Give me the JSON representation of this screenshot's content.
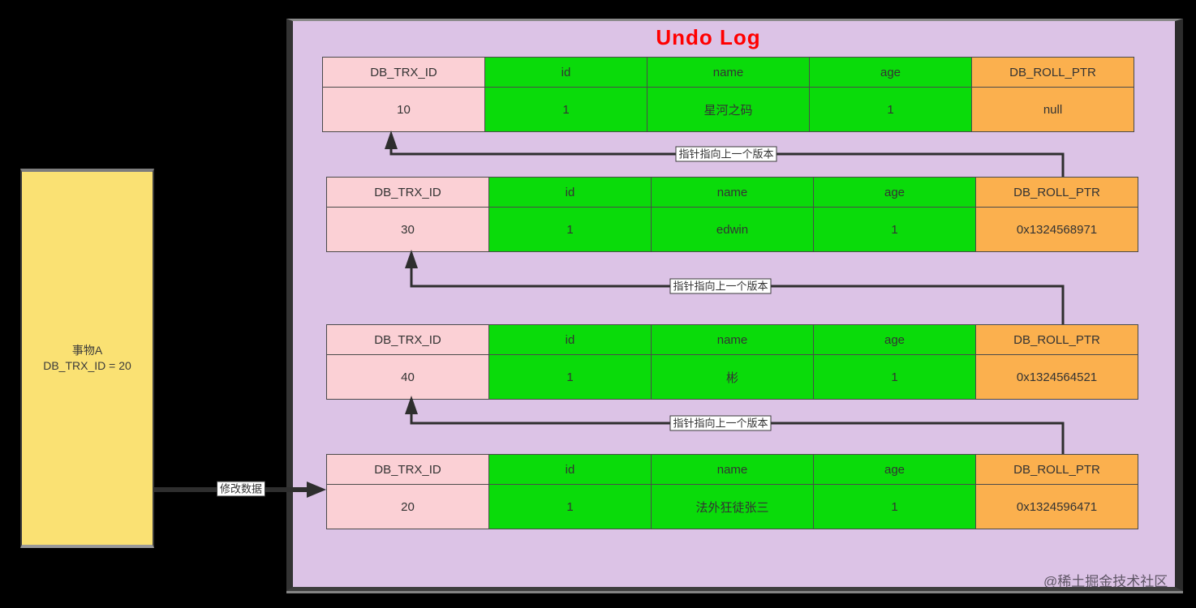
{
  "panel": {
    "title": "Undo Log",
    "title_color": "#FF0000",
    "bg_color": "#DCC3E6"
  },
  "transaction_box": {
    "line1": "事物A",
    "line2": "DB_TRX_ID = 20",
    "bg_color": "#FAE173"
  },
  "columns": [
    "DB_TRX_ID",
    "id",
    "name",
    "age",
    "DB_ROLL_PTR"
  ],
  "column_colors": {
    "db_trx_id": "#FBD0D5",
    "fields": "#0ADB0A",
    "db_roll_ptr": "#FBB04E"
  },
  "versions": [
    {
      "db_trx_id": "10",
      "id": "1",
      "name": "星河之码",
      "age": "1",
      "db_roll_ptr": "null"
    },
    {
      "db_trx_id": "30",
      "id": "1",
      "name": "edwin",
      "age": "1",
      "db_roll_ptr": "0x1324568971"
    },
    {
      "db_trx_id": "40",
      "id": "1",
      "name": "彬",
      "age": "1",
      "db_roll_ptr": "0x1324564521"
    },
    {
      "db_trx_id": "20",
      "id": "1",
      "name": "法外狂徒张三",
      "age": "1",
      "db_roll_ptr": "0x1324596471"
    }
  ],
  "edge_labels": {
    "pointer_to_prev_1": "指针指向上一个版本",
    "pointer_to_prev_2": "指针指向上一个版本",
    "pointer_to_prev_3": "指针指向上一个版本",
    "modify_data": "修改数据"
  },
  "watermark": "@稀土掘金技术社区"
}
